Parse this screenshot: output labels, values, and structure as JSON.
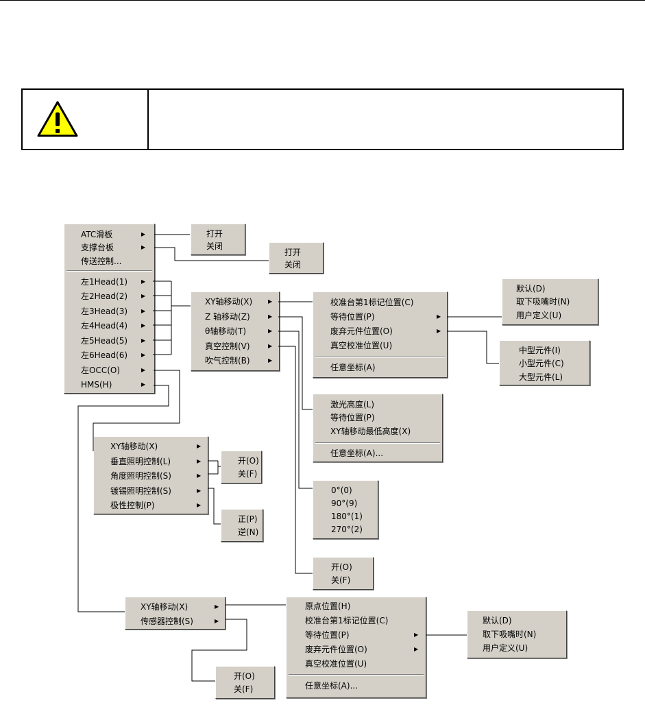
{
  "menus": {
    "m1": {
      "items": [
        {
          "label": "ATC滑板",
          "arrow": true
        },
        {
          "label": "支撑台板",
          "arrow": true
        },
        {
          "label": "传送控制...",
          "arrow": false
        },
        {
          "label": "左1Head(1)",
          "arrow": true
        },
        {
          "label": "左2Head(2)",
          "arrow": true
        },
        {
          "label": "左3Head(3)",
          "arrow": true
        },
        {
          "label": "左4Head(4)",
          "arrow": true
        },
        {
          "label": "左5Head(5)",
          "arrow": true
        },
        {
          "label": "左6Head(6)",
          "arrow": true
        },
        {
          "label": "左OCC(O)",
          "arrow": true
        },
        {
          "label": "HMS(H)",
          "arrow": true
        }
      ]
    },
    "m2": {
      "items": [
        {
          "label": "打开"
        },
        {
          "label": "关闭"
        }
      ]
    },
    "m3": {
      "items": [
        {
          "label": "打开"
        },
        {
          "label": "关闭"
        }
      ]
    },
    "m4": {
      "items": [
        {
          "label": "XY轴移动(X)",
          "arrow": true
        },
        {
          "label": "Z 轴移动(Z)",
          "arrow": true
        },
        {
          "label": "θ轴移动(T)",
          "arrow": true
        },
        {
          "label": "真空控制(V)",
          "arrow": true
        },
        {
          "label": "吹气控制(B)",
          "arrow": true
        }
      ]
    },
    "m5": {
      "items": [
        {
          "label": "校准台第1标记位置(C)"
        },
        {
          "label": "等待位置(P)",
          "arrow": true
        },
        {
          "label": "废弃元件位置(O)",
          "arrow": true
        },
        {
          "label": "真空校准位置(U)"
        },
        {
          "label": "任意坐标(A)"
        }
      ]
    },
    "m6": {
      "items": [
        {
          "label": "默认(D)"
        },
        {
          "label": "取下吸嘴时(N)"
        },
        {
          "label": "用户定义(U)"
        }
      ]
    },
    "m7": {
      "items": [
        {
          "label": "中型元件(I)"
        },
        {
          "label": "小型元件(C)"
        },
        {
          "label": "大型元件(L)"
        }
      ]
    },
    "m8": {
      "items": [
        {
          "label": "激光高度(L)"
        },
        {
          "label": "等待位置(P)"
        },
        {
          "label": "XY轴移动最低高度(X)"
        },
        {
          "label": "任意坐标(A)..."
        }
      ]
    },
    "m9": {
      "items": [
        {
          "label": "XY轴移动(X)",
          "arrow": true
        },
        {
          "label": "垂直照明控制(L)",
          "arrow": true
        },
        {
          "label": "角度照明控制(S)",
          "arrow": true
        },
        {
          "label": "镀锡照明控制(S)",
          "arrow": true
        },
        {
          "label": "极性控制(P)",
          "arrow": true
        }
      ]
    },
    "m10": {
      "items": [
        {
          "label": "开(O)"
        },
        {
          "label": "关(F)"
        }
      ]
    },
    "m11": {
      "items": [
        {
          "label": "正(P)"
        },
        {
          "label": "逆(N)"
        }
      ]
    },
    "m12": {
      "items": [
        {
          "label": "0°(0)"
        },
        {
          "label": "90°(9)"
        },
        {
          "label": "180°(1)"
        },
        {
          "label": "270°(2)"
        }
      ]
    },
    "m13": {
      "items": [
        {
          "label": "开(O)"
        },
        {
          "label": "关(F)"
        }
      ]
    },
    "m14": {
      "items": [
        {
          "label": "XY轴移动(X)",
          "arrow": true
        },
        {
          "label": "传感器控制(S)",
          "arrow": true
        }
      ]
    },
    "m15": {
      "items": [
        {
          "label": "原点位置(H)"
        },
        {
          "label": "校准台第1标记位置(C)"
        },
        {
          "label": "等待位置(P)",
          "arrow": true
        },
        {
          "label": "废弃元件位置(O)",
          "arrow": true
        },
        {
          "label": "真空校准位置(U)"
        },
        {
          "label": "任意坐标(A)..."
        }
      ]
    },
    "m16": {
      "items": [
        {
          "label": "默认(D)"
        },
        {
          "label": "取下吸嘴时(N)"
        },
        {
          "label": "用户定义(U)"
        }
      ]
    },
    "m17": {
      "items": [
        {
          "label": "开(O)"
        },
        {
          "label": "关(F)"
        }
      ]
    }
  },
  "icons": {
    "warning": "warning-triangle-icon",
    "submenu_arrow": "▶"
  },
  "colors": {
    "menu_bg": "#d4d0c8",
    "warning_fill": "#ffff00"
  }
}
